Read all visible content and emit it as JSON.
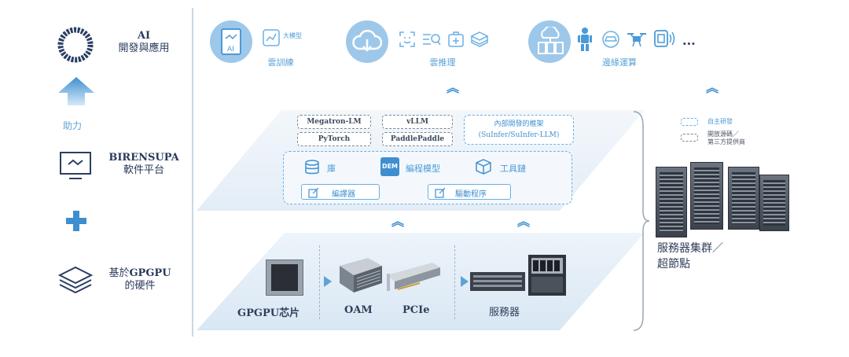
{
  "left": {
    "ai_line1": "AI",
    "ai_line2": "開發與應用",
    "assist": "助力",
    "platform_line1": "BIRENSUPA",
    "platform_line2": "軟件平台",
    "hw_line1_prefix": "基於",
    "hw_line1_bold": "GPGPU",
    "hw_line2": "的硬件"
  },
  "top": {
    "big_model": "大模型",
    "cloud_training": "雲訓練",
    "cloud_inference": "雲推理",
    "edge_computing": "邊緣運算",
    "ellipsis": "...",
    "ai_tag": "AI"
  },
  "software_layer": {
    "frameworks": [
      "Megatron-LM",
      "vLLM",
      "PyTorch",
      "PaddlePaddle"
    ],
    "internal_framework_line1": "內部開發的框架",
    "internal_framework_line2": "(SuInfer/SuInfer-LLM)",
    "library": "庫",
    "dem_tag": "DEM",
    "programming_model": "編程模型",
    "toolchain": "工具鏈",
    "compiler": "編譯器",
    "driver": "驅動程序"
  },
  "hardware_layer": {
    "chip": "GPGPU芯片",
    "oam": "OAM",
    "pcie": "PCIe",
    "server": "服務器"
  },
  "legend": {
    "self_developed": "自主研發",
    "open_source_line1": "開放源碼／",
    "open_source_line2": "第三方提供商"
  },
  "right": {
    "cluster_line1": "服務器集群／",
    "cluster_line2": "超節點"
  },
  "colors": {
    "accent": "#3f8fd0",
    "navy": "#2a3a5c",
    "layer": "#e6eff8"
  }
}
